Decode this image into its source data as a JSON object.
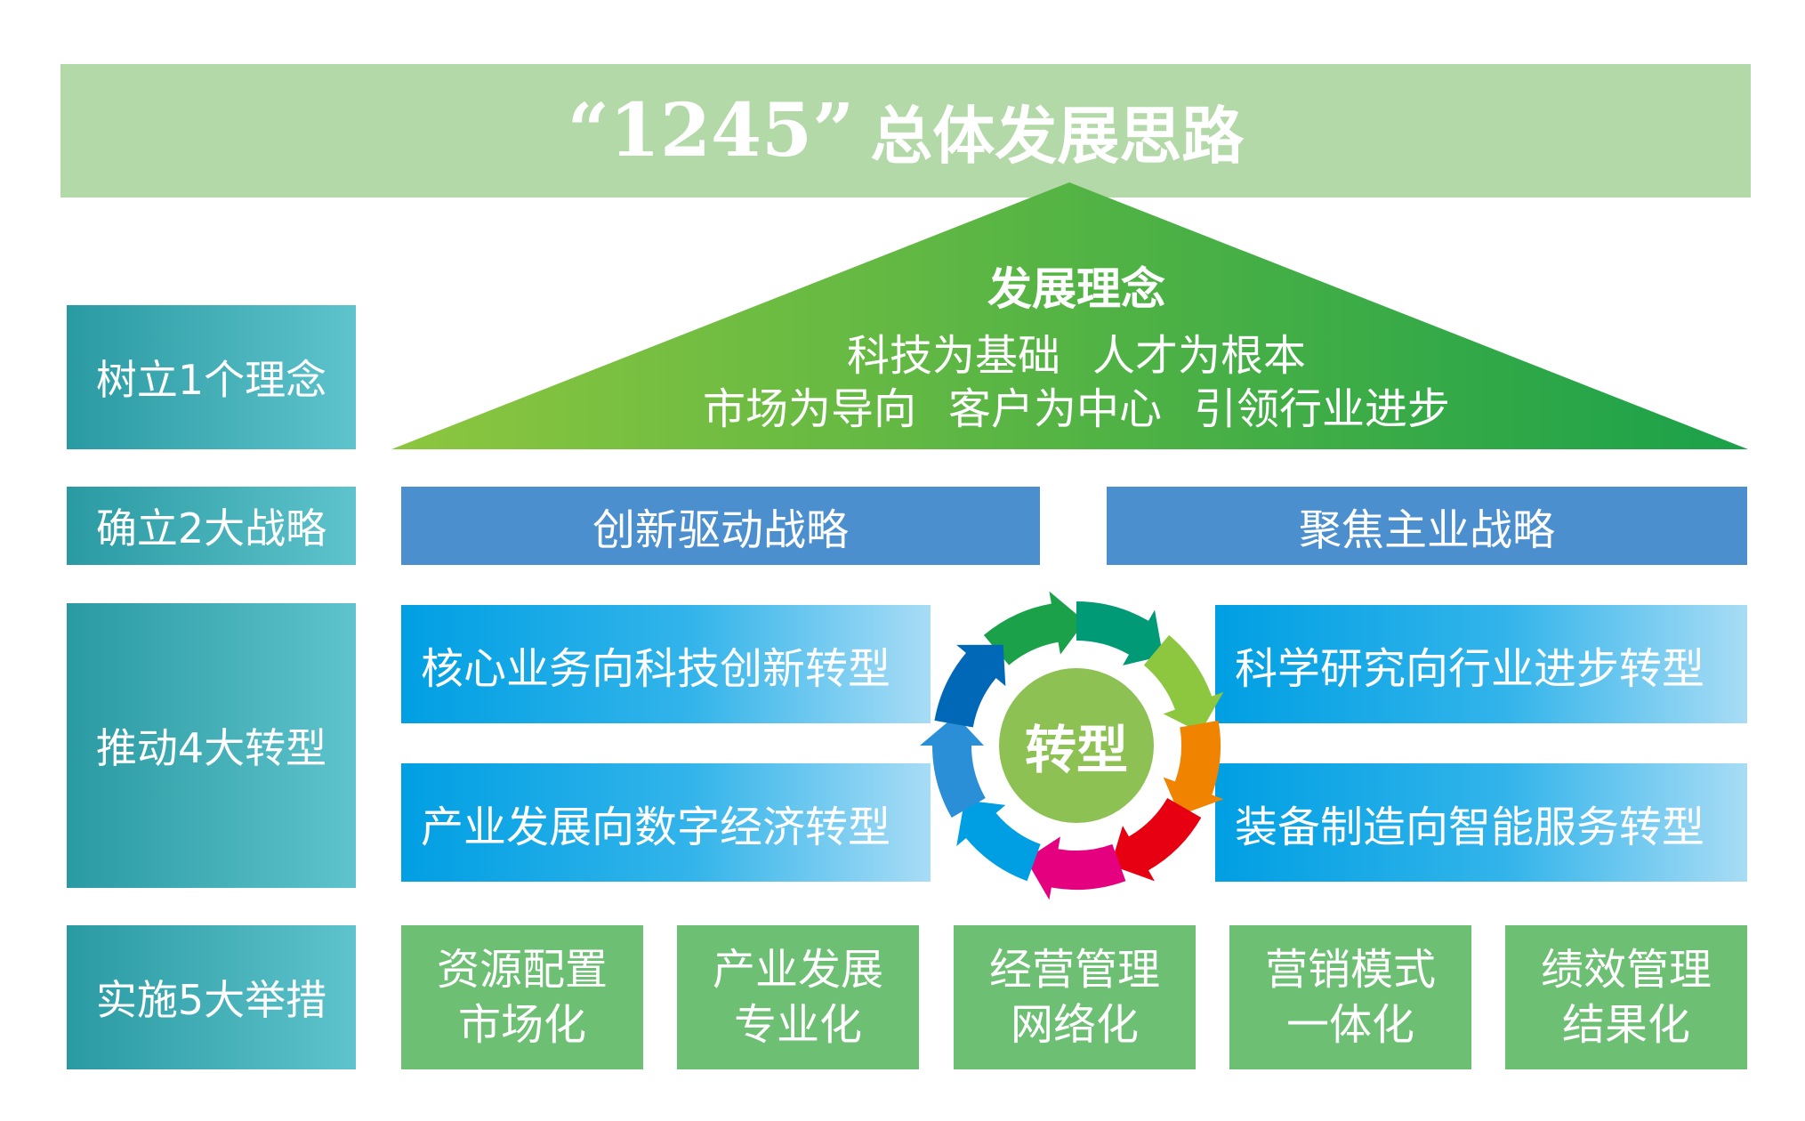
{
  "title": {
    "number": "“1245”",
    "text": "总体发展思路"
  },
  "rows": {
    "concept": "树立1个理念",
    "strategies": "确立2大战略",
    "transformations": "推动4大转型",
    "measures": "实施5大举措"
  },
  "concept": {
    "title": "发展理念",
    "line1": [
      "科技为基础",
      "人才为根本"
    ],
    "line2": [
      "市场为导向",
      "客户为中心",
      "引领行业进步"
    ]
  },
  "strategies": [
    "创新驱动战略",
    "聚焦主业战略"
  ],
  "transformations": {
    "top_left": "核心业务向科技创新转型",
    "bottom_left": "产业发展向数字经济转型",
    "top_right": "科学研究向行业进步转型",
    "bottom_right": "装备制造向智能服务转型",
    "center": "转型"
  },
  "measures": [
    {
      "line1": "资源配置",
      "line2": "市场化"
    },
    {
      "line1": "产业发展",
      "line2": "专业化"
    },
    {
      "line1": "经营管理",
      "line2": "网络化"
    },
    {
      "line1": "营销模式",
      "line2": "一体化"
    },
    {
      "line1": "绩效管理",
      "line2": "结果化"
    }
  ],
  "colors": {
    "banner": "#b3d9a8",
    "left_label_start": "#2a9aa2",
    "left_label_end": "#5ec3cc",
    "triangle_start": "#8dc63f",
    "triangle_end": "#1ba14a",
    "strategy": "#4c8fcf",
    "transform": "#009fe3",
    "measure": "#6dbf73",
    "cycle_segments": [
      "#1ba14a",
      "#009a76",
      "#8dc63f",
      "#f08300",
      "#e60012",
      "#e4007f",
      "#009fe3",
      "#2a8fd6",
      "#0068b7"
    ]
  }
}
